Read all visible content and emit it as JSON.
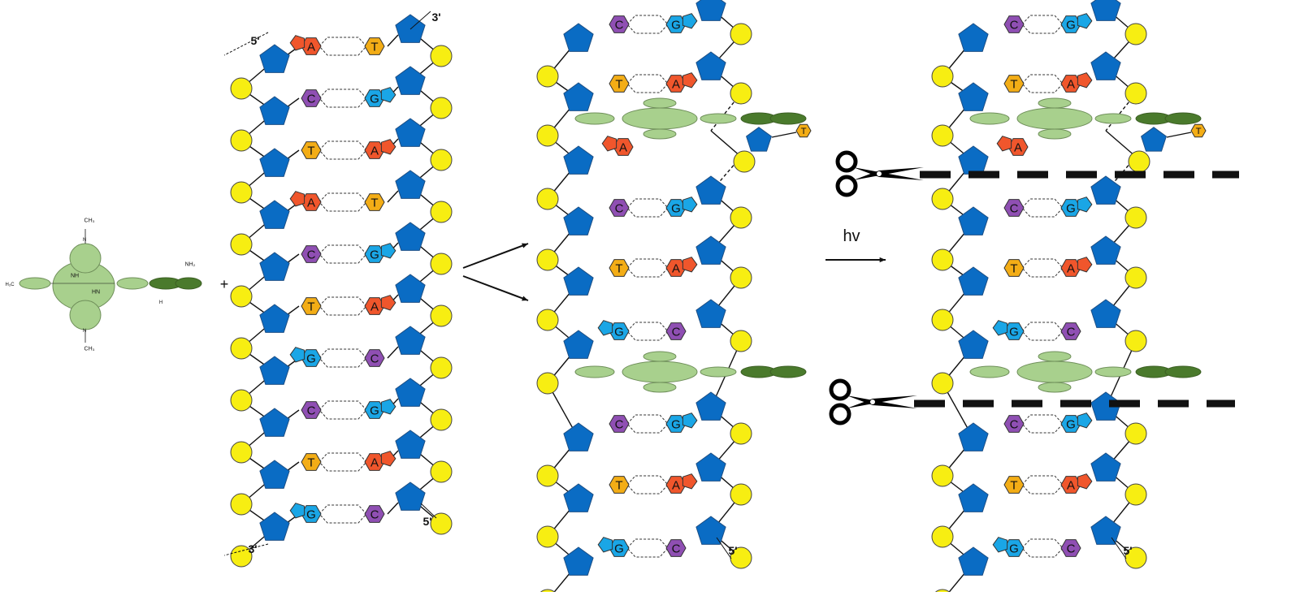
{
  "colors": {
    "sugar": "#0a6cc4",
    "phosphate": "#f7ee12",
    "A": "#f0562c",
    "T": "#f3ad16",
    "C": "#8f4fb3",
    "G": "#1aa6e6",
    "porphyrin_light": "#a8d08d",
    "porphyrin_dark": "#4a7a2c",
    "line": "#111111"
  },
  "labels": {
    "plus": "+",
    "hv": "hv",
    "prime5": "5'",
    "prime3": "3'"
  },
  "molecule_labels": {
    "ch3_top": "CH₃",
    "ch3_bottom": "CH₃",
    "h3c": "H₃C",
    "nh2": "NH₂",
    "nh": "NH",
    "hn": "HN",
    "h": "H",
    "n": "N"
  },
  "strands": {
    "free": [
      "AT",
      "CG",
      "TA",
      "AT",
      "CG",
      "TA",
      "GC",
      "CG",
      "TA",
      "GC"
    ],
    "complex": [
      {
        "pair": "CG"
      },
      {
        "pair": "TA"
      },
      {
        "intercalator": "top"
      },
      {
        "single": "A",
        "partner": "T"
      },
      {
        "pair": "CG"
      },
      {
        "pair": "TA"
      },
      {
        "pair": "GC"
      },
      {
        "intercalator": "mid"
      },
      {
        "pair": "CG"
      },
      {
        "pair": "TA"
      },
      {
        "pair": "GC"
      }
    ]
  }
}
